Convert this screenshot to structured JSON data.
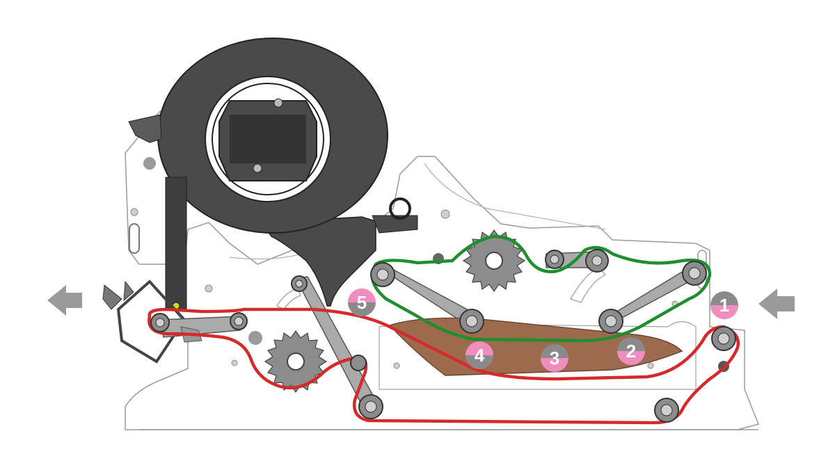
{
  "colors": {
    "outline": "#8a8a8a",
    "housing_fill": "#ffffff",
    "dark_part": "#4a4a4a",
    "roller": "#8c8c8c",
    "arm": "#a9a9a9",
    "arrow": "#9a9a9a",
    "red_path": "#d52a2a",
    "green_path": "#1f8f2e",
    "brown_plate": "#9c6b4e",
    "badge_pink": "#f08dbf",
    "badge_gray": "#8a8a8a"
  },
  "arrows": {
    "exit_icon": "arrow-left-icon",
    "entry_icon": "arrow-left-icon"
  },
  "badges": [
    {
      "id": "1",
      "label": "1",
      "style": "pink-bottom"
    },
    {
      "id": "2",
      "label": "2",
      "style": "pink-bottom"
    },
    {
      "id": "3",
      "label": "3",
      "style": "pink-bottom"
    },
    {
      "id": "4",
      "label": "4",
      "style": "pink-top"
    },
    {
      "id": "5",
      "label": "5",
      "style": "pink-top"
    }
  ],
  "paths": {
    "red": "tape-path",
    "green": "belt-path"
  }
}
